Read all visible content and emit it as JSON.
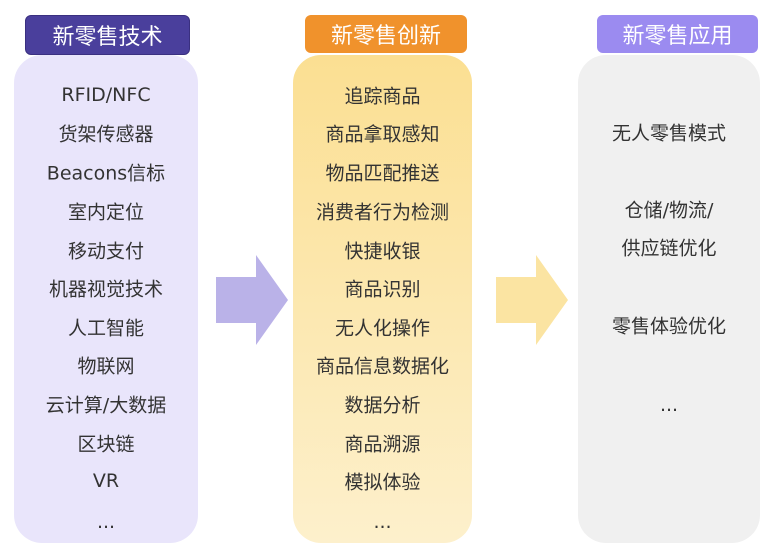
{
  "columns": [
    {
      "title": "新零售技术",
      "header_color": "#4a3f9c",
      "panel_color": "#e9e5fb",
      "items": [
        "RFID/NFC",
        "货架传感器",
        "Beacons信标",
        "室内定位",
        "移动支付",
        "机器视觉技术",
        "人工智能",
        "物联网",
        "云计算/大数据",
        "区块链",
        "VR",
        "..."
      ]
    },
    {
      "title": "新零售创新",
      "header_color": "#f0922c",
      "panel_color": "#fbe39c",
      "items": [
        "追踪商品",
        "商品拿取感知",
        "物品匹配推送",
        "消费者行为检测",
        "快捷收银",
        "商品识别",
        "无人化操作",
        "商品信息数据化",
        "数据分析",
        "商品溯源",
        "模拟体验",
        "..."
      ]
    },
    {
      "title": "新零售应用",
      "header_color": "#9b8bf0",
      "panel_color": "#f0f0f0",
      "items": [
        "无人零售模式",
        "仓储/物流/",
        "供应链优化",
        "零售体验优化",
        "..."
      ]
    }
  ],
  "arrows": [
    {
      "color": "#bab2e8"
    },
    {
      "color": "#fbe4a2"
    }
  ]
}
